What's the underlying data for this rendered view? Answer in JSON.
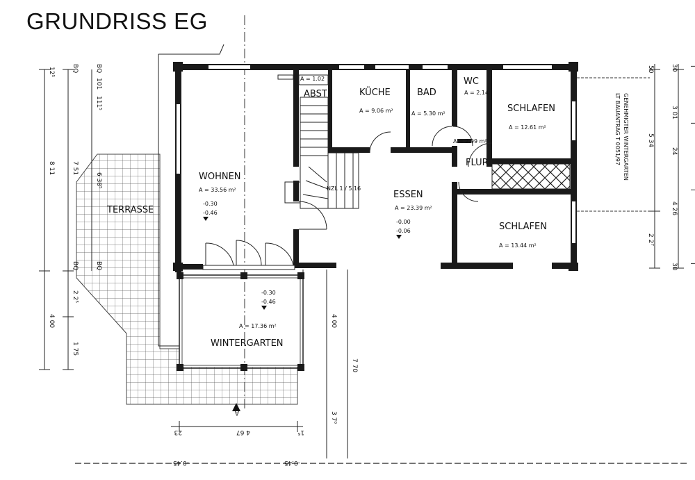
{
  "title": "GRUNDRISS EG",
  "rooms": {
    "wohnen": {
      "name": "WOHNEN",
      "area": "A = 33.56 m²",
      "level_top": "-0.30",
      "level_bottom": "-0.46"
    },
    "abst": {
      "name": "ABST",
      "area": "A = 1.02"
    },
    "kuche": {
      "name": "KÜCHE",
      "area": "A = 9.06 m²"
    },
    "bad": {
      "name": "BAD",
      "area": "A = 5.30 m²"
    },
    "wc": {
      "name": "WC",
      "area": "A = 2.14"
    },
    "schlafen1": {
      "name": "SCHLAFEN",
      "area": "A = 12.61 m²"
    },
    "flur": {
      "name": "FLUR",
      "area": "A = 2.99 m²"
    },
    "essen": {
      "name": "ESSEN",
      "area": "A = 23.39 m²",
      "level_top": "-0.00",
      "level_bottom": "-0.06"
    },
    "schlafen2": {
      "name": "SCHLAFEN",
      "area": "A = 13.44 m²"
    },
    "wintergarten": {
      "name": "WINTERGARTEN",
      "area": "A = 17.36 m²",
      "level_top": "-0.30",
      "level_bottom": "-0.46"
    },
    "terrasse": {
      "name": "TERRASSE"
    }
  },
  "stair_label": "NZL 1 / 5.16",
  "annotation_right": {
    "line1": "GENEHMIGTER WINTERGARTEN",
    "line2": "LT BAUANTRAG T 0051/97"
  },
  "dimensions": {
    "left_a": [
      "12⁵",
      "8 11",
      "4 00"
    ],
    "left_b": [
      "BQ",
      "7 51",
      "BQ",
      "2 2⁵",
      "1 75"
    ],
    "left_c": [
      "BQ",
      "101",
      "111⁵",
      "6 38⁵",
      "BQ"
    ],
    "right_a": [
      "50",
      "5 34",
      "2 2⁷"
    ],
    "right_b": [
      "30",
      "3 01",
      "24",
      "4 26",
      "30"
    ],
    "right_c": [
      "I",
      "I",
      "I",
      "I"
    ],
    "bottom": [
      "23",
      "4 67",
      "1⁶"
    ],
    "vertical_mid": [
      "4 00",
      "7 70",
      "3 7⁰"
    ],
    "bottom_levels": [
      "-0.45",
      "-0.45"
    ],
    "section": "A"
  }
}
